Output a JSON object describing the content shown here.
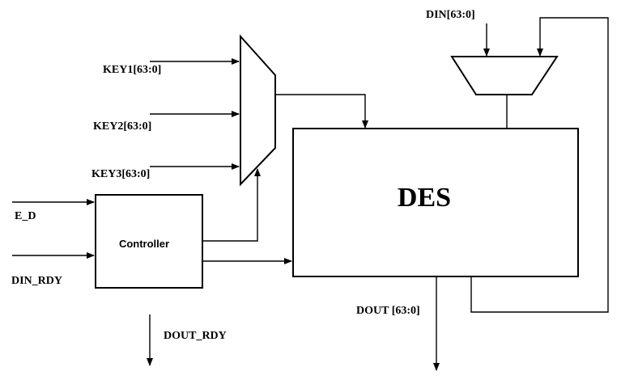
{
  "blocks": {
    "des": "DES",
    "controller": "Controller"
  },
  "signals": {
    "key1": "KEY1[63:0]",
    "key2": "KEY2[63:0]",
    "key3": "KEY3[63:0]",
    "e_d": "E_D",
    "din_rdy": "DIN_RDY",
    "din": "DIN[63:0]",
    "dout": "DOUT [63:0]",
    "dout_rdy": "DOUT_RDY"
  }
}
